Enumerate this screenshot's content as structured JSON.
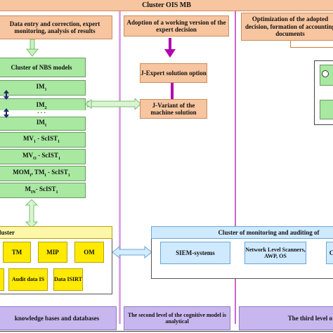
{
  "title": "Cluster OIS MB",
  "columns": {
    "col1_header": "Data entry and correction, expert monitoring, analysis of results",
    "col2_header": "Adoption of a working version of the expert decision",
    "col3_header": "Optimization of the adopted decision, formation of accounting documents"
  },
  "nbs": {
    "title": "Cluster of NBS models",
    "rows": [
      {
        "main": "IM",
        "sub": "1",
        "rest": ""
      },
      {
        "main": "IM",
        "sub": "2",
        "rest": ""
      },
      {
        "main": "· · ·",
        "sub": "",
        "rest": ""
      },
      {
        "main": "IM",
        "sub": "I",
        "rest": ""
      },
      {
        "main": "MV",
        "sub": "1",
        "rest": " - ScIST",
        "sub2": "1"
      },
      {
        "main": "MV",
        "sub": "O",
        "rest": " - ScIST",
        "sub2": "1"
      },
      {
        "main": "MOM",
        "sub": "I",
        "rest": ", TM",
        "sub2": "I",
        "rest2": " - ScIST",
        "sub3": "1"
      },
      {
        "main": "M",
        "sub": "IN",
        "rest": "- ScIST",
        "sub2": "1"
      }
    ]
  },
  "expert": {
    "j_expert": "J-Expert solution option",
    "j_variant": "J-Variant of the machine solution"
  },
  "data_cluster": {
    "title": "luster",
    "items": [
      "TM",
      "MIP",
      "OM"
    ],
    "bottom_items": [
      "",
      "Audit data IS",
      "Data ISIRT"
    ]
  },
  "monitoring": {
    "title": "Cluster of monitoring and auditing of",
    "items": [
      "SIEM-systems",
      "Network Level Scanners, AWP, OS",
      "C"
    ]
  },
  "levels": {
    "first": "knowledge bases and databases",
    "second": "The second level of the cognitive model is analytical",
    "third": "The third level o"
  },
  "colors": {
    "orange": "#f7c59f",
    "green": "#a8e8a0",
    "yellow": "#ffea00",
    "lilac": "#c8b6ee",
    "blue": "#cfe9ff",
    "purple_arrow": "#b000b0",
    "green_arrow": "#9fd88f",
    "vline_pink": "#e06fd0",
    "vline_purple": "#b07ad8"
  }
}
